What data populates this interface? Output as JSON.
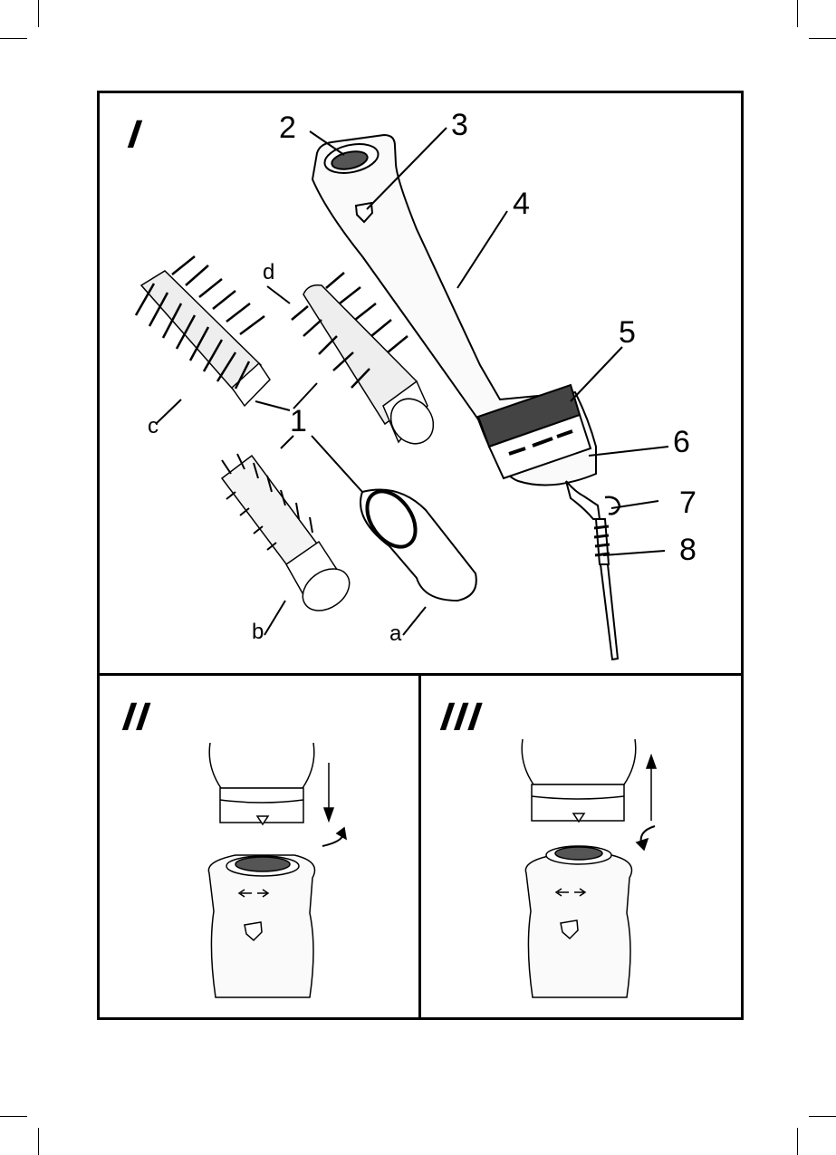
{
  "panels": {
    "p1": {
      "title": "I",
      "callouts": {
        "n1": "1",
        "n2": "2",
        "n3": "3",
        "n4": "4",
        "n5": "5",
        "n6": "6",
        "n7": "7",
        "n8": "8"
      },
      "attachments": {
        "a": "a",
        "b": "b",
        "c": "c",
        "d": "d"
      }
    },
    "p2": {
      "title": "II"
    },
    "p3": {
      "title": "III"
    }
  },
  "colors": {
    "line": "#000000",
    "background": "#ffffff",
    "fill_light": "#f4f4f4"
  }
}
